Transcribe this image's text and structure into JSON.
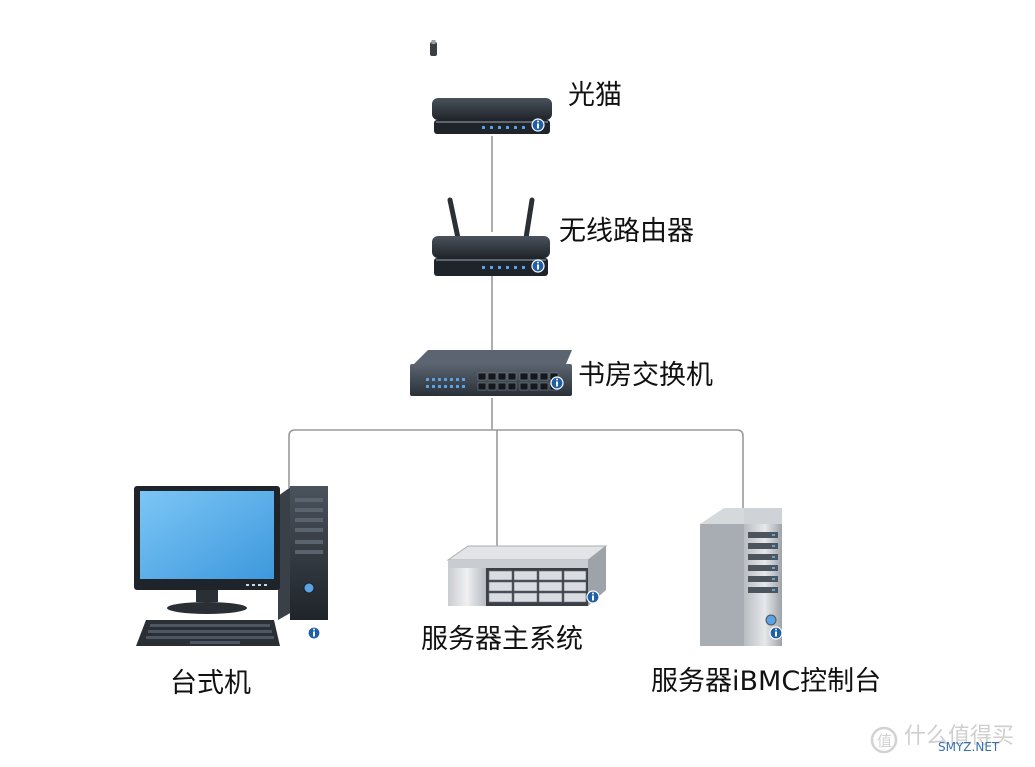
{
  "nodes": {
    "modem": "光猫",
    "router": "无线路由器",
    "switch": "书房交换机",
    "desktop": "台式机",
    "server": "服务器主系统",
    "ibmc": "服务器iBMC控制台"
  },
  "watermark": {
    "site_name": "什么值得买",
    "domain": "SMYZ.NET"
  },
  "icons": [
    "fiber-plug-icon",
    "modem-icon",
    "wifi-router-icon",
    "switch-icon",
    "desktop-computer-icon",
    "rack-server-icon",
    "tower-server-icon",
    "info-icon"
  ],
  "colors": {
    "device_dark": "#2a2f36",
    "port_led": "#5aa2e6",
    "info_badge": "#1f5fa8",
    "screen_blue": "#5db4ef",
    "link_line": "#9a9a9a"
  }
}
